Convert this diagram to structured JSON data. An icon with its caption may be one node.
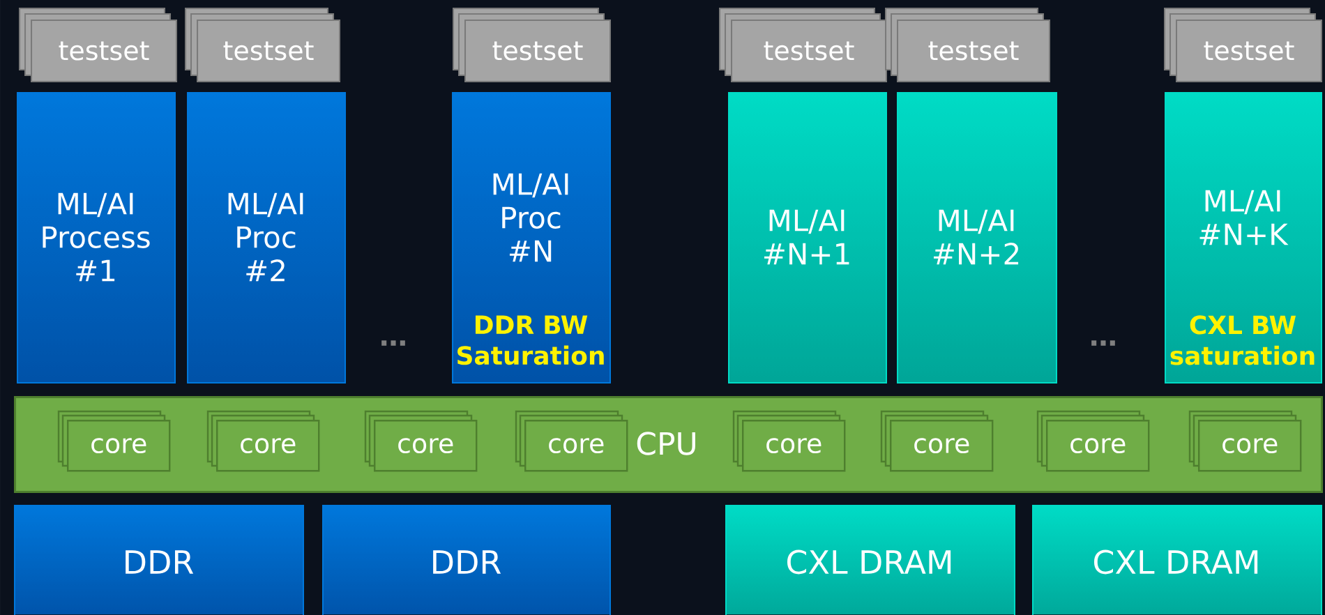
{
  "diagram": {
    "nodes": [
      {
        "text": [
          "testset"
        ]
      },
      {
        "text": [
          "testset"
        ]
      },
      {
        "text": [
          "testset"
        ]
      },
      {
        "text": [
          "testset"
        ]
      },
      {
        "text": [
          "testset"
        ]
      },
      {
        "text": [
          "testset"
        ]
      },
      {
        "text": [
          "ML/AI Process #1"
        ]
      },
      {
        "text": [
          "ML/AI Proc #2"
        ]
      },
      {
        "text": [
          "ML/AI Proc #N",
          "DDR BW Saturation"
        ]
      },
      {
        "text": [
          "ML/AI #N+1"
        ]
      },
      {
        "text": [
          "ML/AI #N+2"
        ]
      },
      {
        "text": [
          "ML/AI #N+K",
          "CXL BW saturation"
        ]
      },
      {
        "text": [
          "CPU"
        ]
      },
      {
        "text": [
          "core"
        ],
        "in": 12
      },
      {
        "text": [
          "core"
        ],
        "in": 12
      },
      {
        "text": [
          "core"
        ],
        "in": 12
      },
      {
        "text": [
          "core"
        ],
        "in": 12
      },
      {
        "text": [
          "core"
        ],
        "in": 12
      },
      {
        "text": [
          "core"
        ],
        "in": 12
      },
      {
        "text": [
          "core"
        ],
        "in": 12
      },
      {
        "text": [
          "core"
        ],
        "in": 12
      },
      {
        "text": [
          "DDR"
        ]
      },
      {
        "text": [
          "DDR"
        ]
      },
      {
        "text": [
          "CXL DRAM"
        ]
      },
      {
        "text": [
          "CXL DRAM"
        ]
      }
    ],
    "edges": [],
    "labels": [
      "…",
      "…"
    ]
  }
}
